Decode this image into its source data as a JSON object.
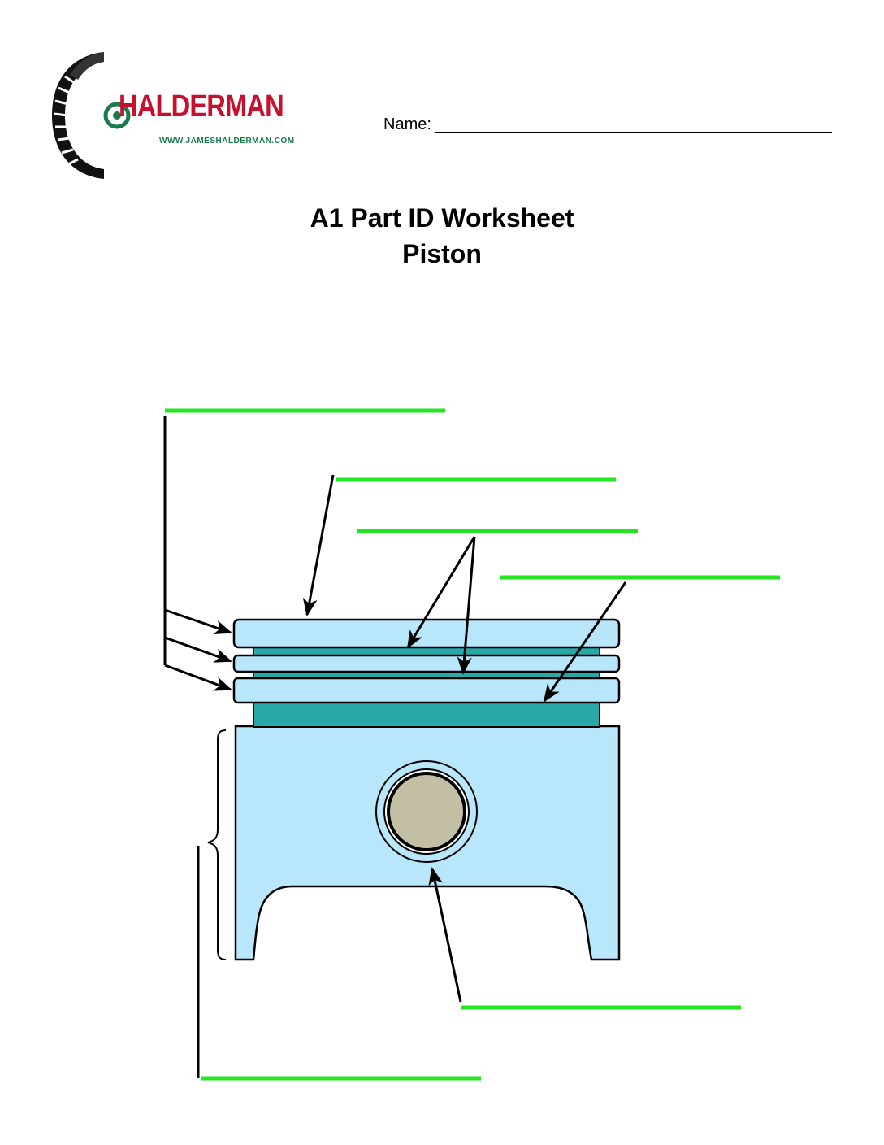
{
  "logo": {
    "wordmark": "HALDERMAN",
    "url": "WWW.JAMESHALDERMAN.COM",
    "wordmark_color": "#c8102e",
    "url_color": "#1a7a4c",
    "icon": "tire-icon"
  },
  "header": {
    "name_label": "Name:"
  },
  "title": {
    "line1": "A1 Part ID Worksheet",
    "line2": "Piston"
  },
  "colors": {
    "answer_line": "#22e622",
    "piston_light": "#b8e6fa",
    "piston_groove": "#2aa8a8",
    "piston_pin": "#c2bfa4",
    "outline": "#000000"
  },
  "answer_blanks": [
    {
      "id": "blank-rings",
      "value": ""
    },
    {
      "id": "blank-crown",
      "value": ""
    },
    {
      "id": "blank-ring-lands",
      "value": ""
    },
    {
      "id": "blank-ring-groove",
      "value": ""
    },
    {
      "id": "blank-piston-pin",
      "value": ""
    },
    {
      "id": "blank-skirt",
      "value": ""
    }
  ]
}
